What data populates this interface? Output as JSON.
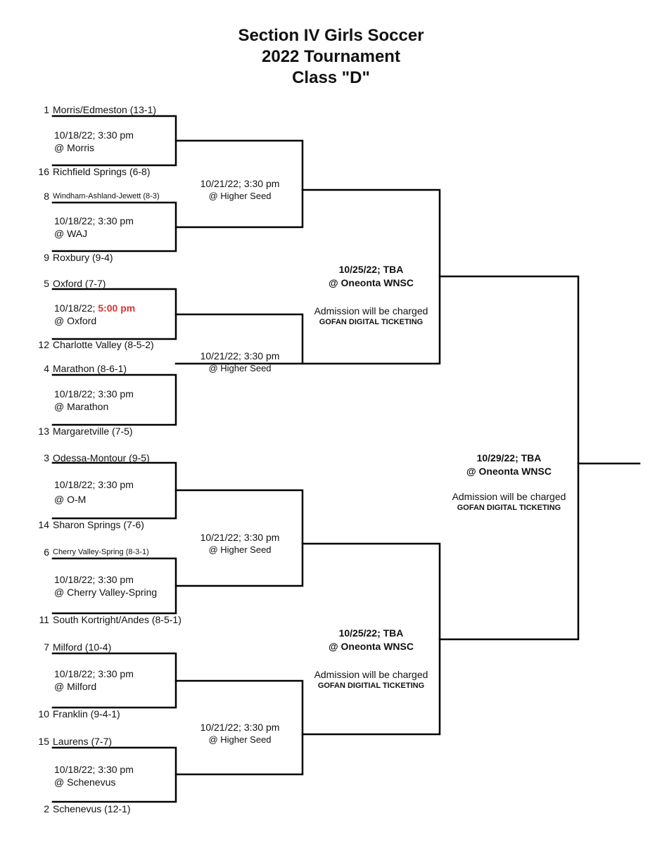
{
  "title": {
    "line1": "Section IV Girls Soccer",
    "line2": "2022 Tournament",
    "line3": "Class \"D\""
  },
  "teams": [
    {
      "seed": "1",
      "name": "Morris/Edmeston (13-1)"
    },
    {
      "seed": "16",
      "name": "Richfield Springs (6-8)"
    },
    {
      "seed": "8",
      "name": "Windham-Ashland-Jewett (8-3)"
    },
    {
      "seed": "9",
      "name": "Roxbury (9-4)"
    },
    {
      "seed": "5",
      "name": "Oxford (7-7)"
    },
    {
      "seed": "12",
      "name": "Charlotte Valley (8-5-2)"
    },
    {
      "seed": "4",
      "name": "Marathon (8-6-1)"
    },
    {
      "seed": "13",
      "name": "Margaretville (7-5)"
    },
    {
      "seed": "3",
      "name": "Odessa-Montour (9-5)"
    },
    {
      "seed": "14",
      "name": "Sharon Springs (7-6)"
    },
    {
      "seed": "6",
      "name": "Cherry Valley-Spring (8-3-1)"
    },
    {
      "seed": "11",
      "name": "South Kortright/Andes (8-5-1)"
    },
    {
      "seed": "7",
      "name": "Milford (10-4)"
    },
    {
      "seed": "10",
      "name": "Franklin (9-4-1)"
    },
    {
      "seed": "15",
      "name": "Laurens (7-7)"
    },
    {
      "seed": "2",
      "name": "Schenevus (12-1)"
    }
  ],
  "round1": [
    {
      "date": "10/18/22; 3:30 pm",
      "venue": "@ Morris"
    },
    {
      "date": "10/18/22; 3:30 pm",
      "venue": "@ WAJ"
    },
    {
      "date_prefix": "10/18/22; ",
      "date_highlight": "5:00 pm",
      "venue": "@ Oxford"
    },
    {
      "date": "10/18/22; 3:30 pm",
      "venue": "@ Marathon"
    },
    {
      "date": "10/18/22; 3:30 pm",
      "venue": "@ O-M"
    },
    {
      "date": "10/18/22; 3:30 pm",
      "venue": "@ Cherry Valley-Spring"
    },
    {
      "date": "10/18/22; 3:30 pm",
      "venue": "@ Milford"
    },
    {
      "date": "10/18/22; 3:30 pm",
      "venue": "@ Schenevus"
    }
  ],
  "round2": [
    {
      "date": "10/21/22; 3:30 pm",
      "venue": "@ Higher Seed"
    },
    {
      "date": "10/21/22; 3:30 pm",
      "venue": "@ Higher Seed"
    },
    {
      "date": "10/21/22; 3:30 pm",
      "venue": "@ Higher Seed"
    },
    {
      "date": "10/21/22; 3:30 pm",
      "venue": "@ Higher Seed"
    }
  ],
  "semis": [
    {
      "date": "10/25/22; TBA",
      "venue": "@ Oneonta WNSC",
      "admission": "Admission will be charged",
      "ticketing": "GOFAN DIGITAL TICKETING"
    },
    {
      "date": "10/25/22; TBA",
      "venue": "@ Oneonta WNSC",
      "admission": "Admission will be charged",
      "ticketing": "GOFAN DIGITIAL TICKETING"
    }
  ],
  "final": {
    "date": "10/29/22; TBA",
    "venue": "@ Oneonta WNSC",
    "admission": "Admission will be charged",
    "ticketing": "GOFAN DIGITAL TICKETING"
  }
}
